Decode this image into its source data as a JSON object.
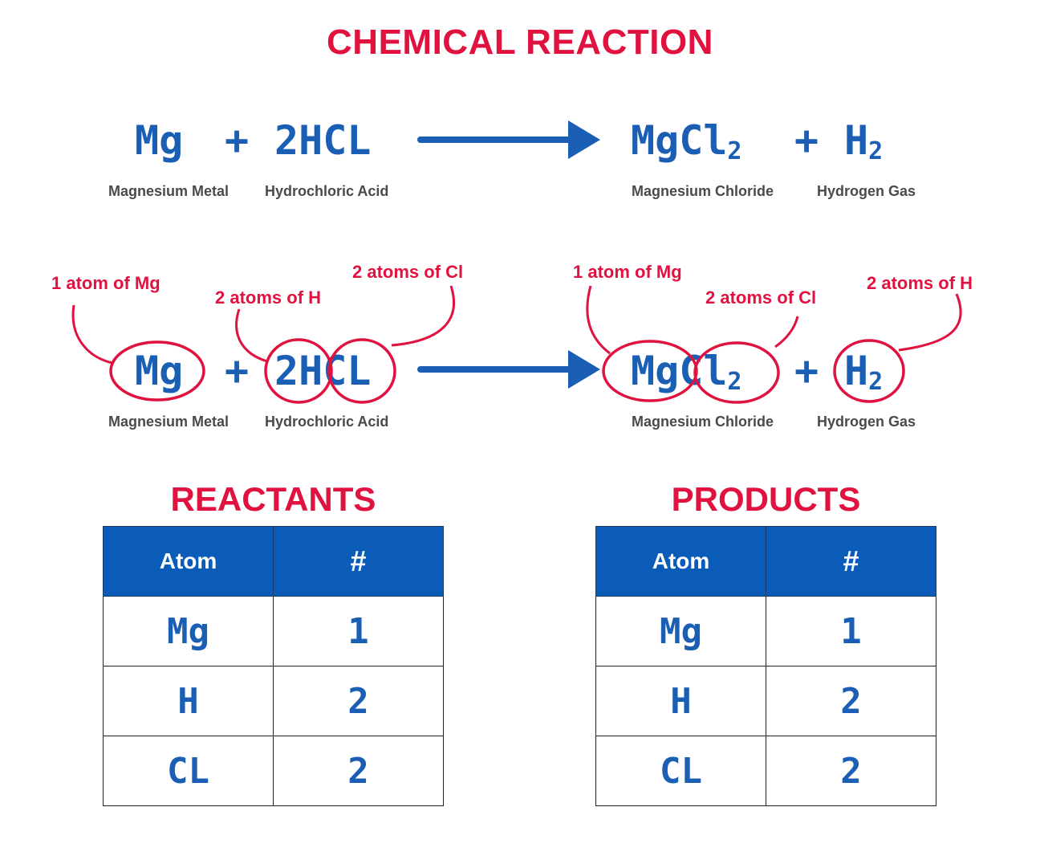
{
  "title": "CHEMICAL REACTION",
  "equation": {
    "reactant1": "Mg",
    "plus1": "+",
    "reactant2": "2HCL",
    "product1_main": "MgCl",
    "product1_sub": "2",
    "plus2": "+",
    "product2_main": "H",
    "product2_sub": "2"
  },
  "labels": {
    "reactant1": "Magnesium Metal",
    "reactant2": "Hydrochloric Acid",
    "product1": "Magnesium Chloride",
    "product2": "Hydrogen Gas"
  },
  "annotations": {
    "r_mg": "1 atom of Mg",
    "r_h": "2 atoms of H",
    "r_cl": "2 atoms of Cl",
    "p_mg": "1 atom of Mg",
    "p_cl": "2 atoms of Cl",
    "p_h": "2 atoms of H"
  },
  "reactants": {
    "title": "REACTANTS",
    "headers": [
      "Atom",
      "#"
    ],
    "rows": [
      [
        "Mg",
        "1"
      ],
      [
        "H",
        "2"
      ],
      [
        "CL",
        "2"
      ]
    ]
  },
  "products": {
    "title": "PRODUCTS",
    "headers": [
      "Atom",
      "#"
    ],
    "rows": [
      [
        "Mg",
        "1"
      ],
      [
        "H",
        "2"
      ],
      [
        "CL",
        "2"
      ]
    ]
  },
  "colors": {
    "accent_red": "#e0123f",
    "ink_blue": "#1a5fb4",
    "header_blue": "#0a5cb8"
  }
}
